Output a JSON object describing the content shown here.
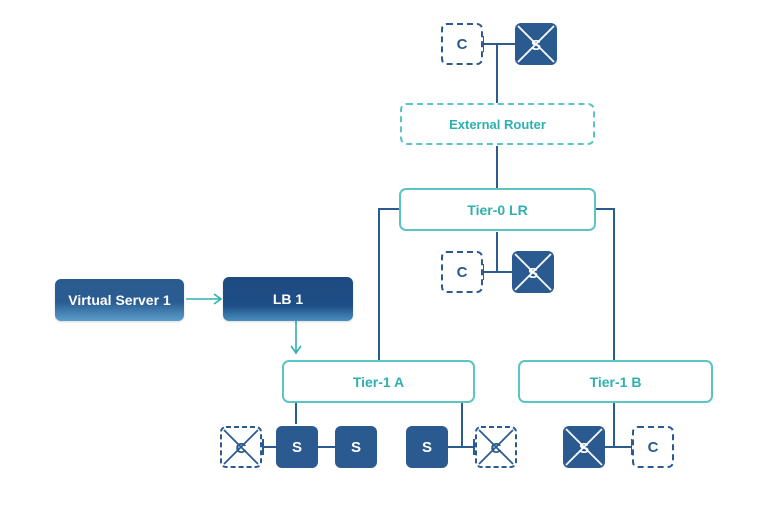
{
  "colors": {
    "teal": "#5cc4c4",
    "teal_text": "#2fb0b0",
    "navy": "#2a5a8f",
    "line": "#2b5c8f"
  },
  "external_router": {
    "label": "External Router",
    "style": "dashed"
  },
  "tier0": {
    "label": "Tier-0 LR"
  },
  "tier1a": {
    "label": "Tier-1 A"
  },
  "tier1b": {
    "label": "Tier-1 B"
  },
  "virtual_server": {
    "label": "Virtual Server 1"
  },
  "load_balancer": {
    "label": "LB 1"
  },
  "segment_label": "S",
  "container_label": "C",
  "icons": {
    "segment": "segment-icon",
    "disabled_segment": "crossed-segment-icon",
    "container": "container-icon",
    "disabled_container": "crossed-container-icon"
  }
}
